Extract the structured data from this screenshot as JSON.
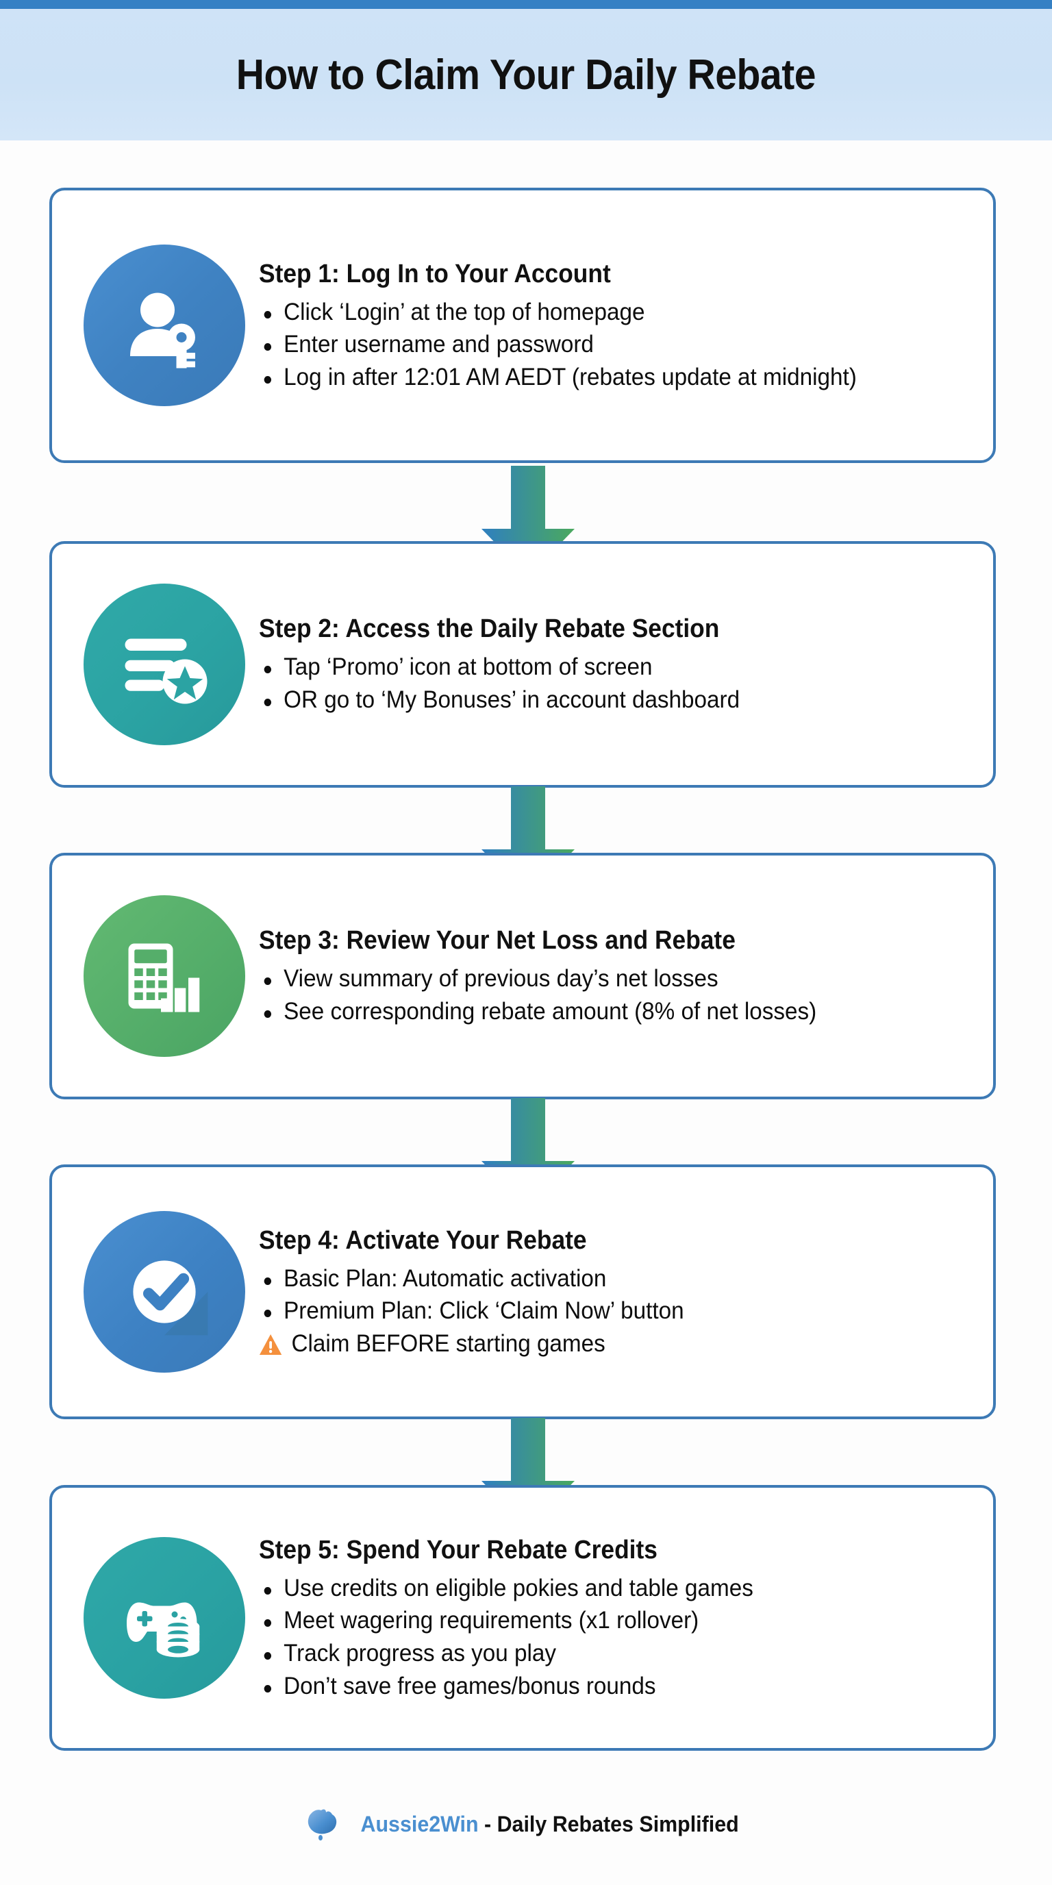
{
  "header": {
    "title": "How to Claim Your Daily Rebate"
  },
  "colors": {
    "topbar": "#3580c4",
    "header_background": "#cde2f6",
    "card_border": "#3d7ab5",
    "arrow_gradient_start": "#2f7fc0",
    "arrow_gradient_end": "#4aa95e",
    "warning": "#f4903d",
    "brand_blue": "#4a8fd0",
    "step1_icon": "#3f82c2",
    "step2_icon": "#2ba3a3",
    "step3_icon": "#55ae6a",
    "step4_icon": "#3d81c3",
    "step5_icon": "#2aa2a3"
  },
  "steps": [
    {
      "icon_name": "user-key-icon",
      "title": "Step 1: Log In to Your Account",
      "bullets": [
        {
          "text": "Click ‘Login’ at the top of homepage",
          "marker": "dot"
        },
        {
          "text": "Enter username and password",
          "marker": "dot"
        },
        {
          "text": "Log in after 12:01 AM AEDT (rebates update at midnight)",
          "marker": "dot"
        }
      ]
    },
    {
      "icon_name": "promo-list-star-icon",
      "title": "Step 2: Access the Daily Rebate Section",
      "bullets": [
        {
          "text": "Tap ‘Promo’ icon at bottom of screen",
          "marker": "dot"
        },
        {
          "text": "OR go to ‘My Bonuses’ in account dashboard",
          "marker": "dot"
        }
      ]
    },
    {
      "icon_name": "calculator-chart-icon",
      "title": "Step 3: Review Your Net Loss and Rebate",
      "bullets": [
        {
          "text": "View summary of previous day’s net losses",
          "marker": "dot"
        },
        {
          "text": "See corresponding rebate amount (8% of net losses)",
          "marker": "dot"
        }
      ]
    },
    {
      "icon_name": "check-circle-icon",
      "title": "Step 4: Activate Your Rebate",
      "bullets": [
        {
          "text": "Basic Plan: Automatic activation",
          "marker": "dot"
        },
        {
          "text": "Premium Plan: Click ‘Claim Now’ button",
          "marker": "dot"
        },
        {
          "text": "Claim BEFORE starting games",
          "marker": "warning"
        }
      ]
    },
    {
      "icon_name": "gamepad-chips-icon",
      "title": "Step 5: Spend Your Rebate Credits",
      "bullets": [
        {
          "text": "Use credits on eligible pokies and table games",
          "marker": "dot"
        },
        {
          "text": "Meet wagering requirements (x1 rollover)",
          "marker": "dot"
        },
        {
          "text": "Track progress as you play",
          "marker": "dot"
        },
        {
          "text": "Don’t save free games/bonus rounds",
          "marker": "dot"
        }
      ]
    }
  ],
  "connectors": [
    {
      "name": "arrow-step1-to-step2"
    },
    {
      "name": "arrow-step2-to-step3"
    },
    {
      "name": "arrow-step3-to-step4"
    },
    {
      "name": "arrow-step4-to-step5"
    }
  ],
  "footer": {
    "logo_name": "australia-map-icon",
    "brand": "Aussie2Win",
    "tagline": " - Daily Rebates Simplified"
  }
}
